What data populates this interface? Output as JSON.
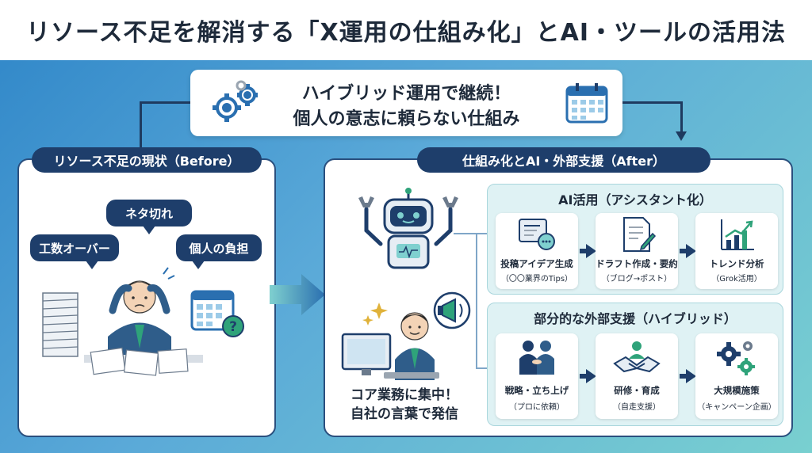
{
  "title": "リソース不足を解消する「X運用の仕組み化」とAI・ツールの活用法",
  "banner": {
    "line1": "ハイブリッド運用で継続！",
    "line2": "個人の意志に頼らない仕組み"
  },
  "before": {
    "label": "リソース不足の現状（Before）",
    "bubbles": [
      "ネタ切れ",
      "工数オーバー",
      "個人の負担"
    ]
  },
  "after": {
    "label": "仕組み化とAI・外部支援（After）",
    "core_line1": "コア業務に集中！",
    "core_line2": "自社の言葉で発信",
    "ai": {
      "title": "AI活用（アシスタント化）",
      "cards": [
        {
          "label": "投稿アイデア生成",
          "sub": "（〇〇業界のTips）"
        },
        {
          "label": "ドラフト作成・要約",
          "sub": "（ブログ→ポスト）"
        },
        {
          "label": "トレンド分析",
          "sub": "（Grok活用）"
        }
      ]
    },
    "support": {
      "title": "部分的な外部支援（ハイブリッド）",
      "cards": [
        {
          "label": "戦略・立ち上げ",
          "sub": "（プロに依頼）"
        },
        {
          "label": "研修・育成",
          "sub": "（自走支援）"
        },
        {
          "label": "大規模施策",
          "sub": "（キャンペーン企画）"
        }
      ]
    }
  },
  "colors": {
    "navy": "#1e3e6b",
    "accent_green": "#2fa37a",
    "sub_panel": "#dff2f4"
  }
}
